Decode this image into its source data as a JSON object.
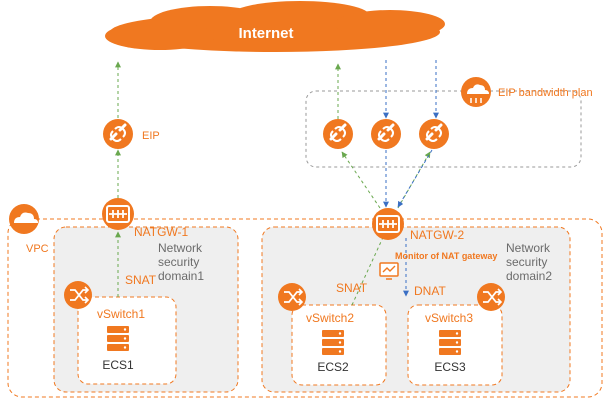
{
  "internet": {
    "label": "Internet"
  },
  "eip_bandwidth_plan": {
    "label": "EIP bandwidth plan"
  },
  "eip": {
    "label": "EIP"
  },
  "vpc": {
    "label": "VPC"
  },
  "natgw1": {
    "label": "NATGW-1"
  },
  "natgw2": {
    "label": "NATGW-2"
  },
  "domain1": {
    "line1": "Network",
    "line2": "security",
    "line3": "domain1"
  },
  "domain2": {
    "line1": "Network",
    "line2": "security",
    "line3": "domain2"
  },
  "monitor": {
    "label": "Monitor of NAT gateway"
  },
  "snat1": {
    "label": "SNAT"
  },
  "snat2": {
    "label": "SNAT"
  },
  "dnat": {
    "label": "DNAT"
  },
  "vswitch1": {
    "label": "vSwitch1",
    "ecs": "ECS1"
  },
  "vswitch2": {
    "label": "vSwitch2",
    "ecs": "ECS2"
  },
  "vswitch3": {
    "label": "vSwitch3",
    "ecs": "ECS3"
  },
  "colors": {
    "accent": "#f07820",
    "box_fill": "#efefef",
    "green_arrow": "#6aa84f",
    "blue_arrow": "#3a6fc4",
    "muted_text": "#6b6b6b"
  },
  "icons": {
    "internet": "cloud-shape",
    "eip": "eip-link-icon",
    "nat_gateway": "nat-gateway-icon",
    "vswitch": "switch-arrows-icon",
    "ecs": "server-stack-icon",
    "vpc": "cloud-icon",
    "bandwidth_plan": "cloud-network-icon",
    "monitor": "monitor-icon"
  }
}
